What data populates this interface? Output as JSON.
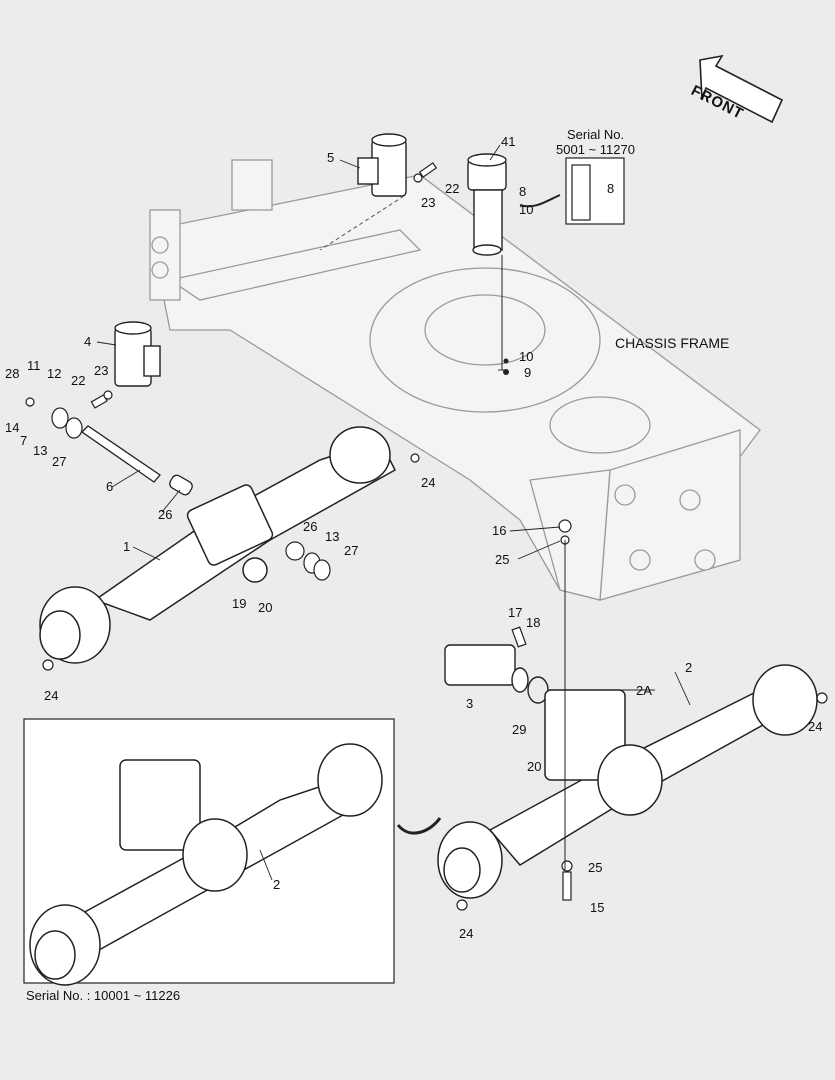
{
  "front_label": "FRONT",
  "chassis_frame_label": "CHASSIS FRAME",
  "serial_top_line1": "Serial No.",
  "serial_top_line2": "5001 ~ 11270",
  "serial_bottom": "Serial No. : 10001 ~ 11226",
  "callouts": {
    "c41": "41",
    "c8a": "8",
    "c10a": "10",
    "c8b": "8",
    "c5": "5",
    "c22a": "22",
    "c23a": "23",
    "c4": "4",
    "c10b": "10",
    "c9": "9",
    "c28": "28",
    "c11": "11",
    "c12": "12",
    "c22b": "22",
    "c23b": "23",
    "c14": "14",
    "c7": "7",
    "c13a": "13",
    "c27a": "27",
    "c6": "6",
    "c26a": "26",
    "c24a": "24",
    "c26b": "26",
    "c13b": "13",
    "c27b": "27",
    "c1": "1",
    "c19": "19",
    "c20a": "20",
    "c24b": "24",
    "c16": "16",
    "c25a": "25",
    "c17": "17",
    "c18": "18",
    "c3": "3",
    "c29": "29",
    "c2a": "2",
    "c2A": "2A",
    "c24c": "24",
    "c20b": "20",
    "c25b": "25",
    "c15": "15",
    "c24d": "24",
    "c2b": "2"
  }
}
